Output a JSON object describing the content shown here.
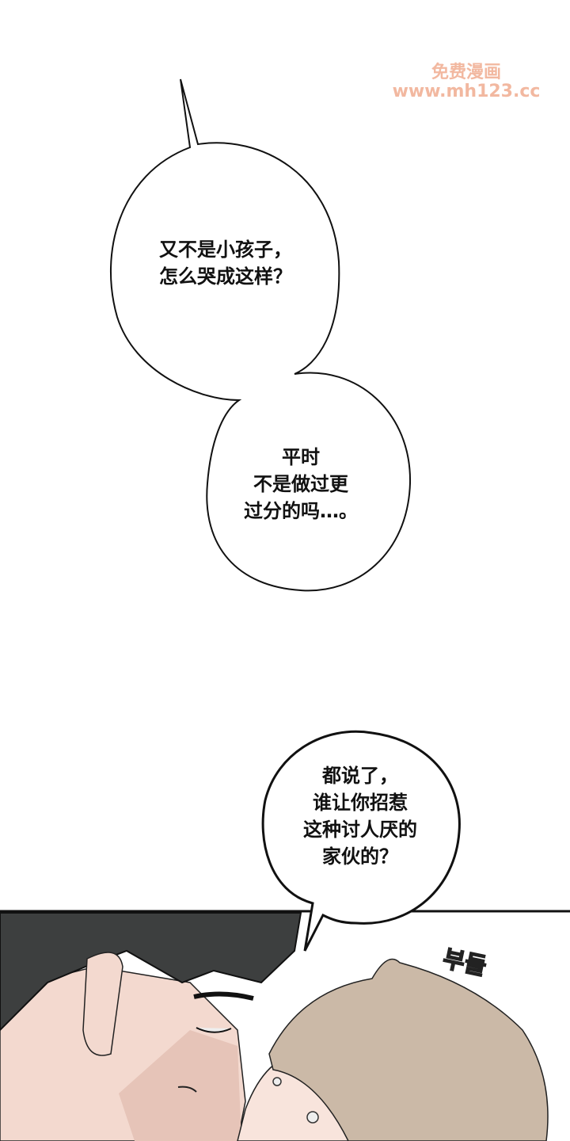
{
  "watermark": {
    "line1": "免费漫画",
    "line2": "www.mh123.cc"
  },
  "bubbles": [
    {
      "lines": [
        "又不是小孩子，",
        "怎么哭成这样？"
      ]
    },
    {
      "lines": [
        "平时",
        "不是做过更",
        "过分的吗…。"
      ]
    },
    {
      "lines": [
        "都说了，",
        "谁让你招惹",
        "这种讨人厌的",
        "家伙的？"
      ]
    }
  ],
  "sfx": "부들",
  "colors": {
    "dark_hair": "#3d3f3f",
    "skin": "#f3d9cf",
    "light_hair": "#cbb9a7"
  }
}
